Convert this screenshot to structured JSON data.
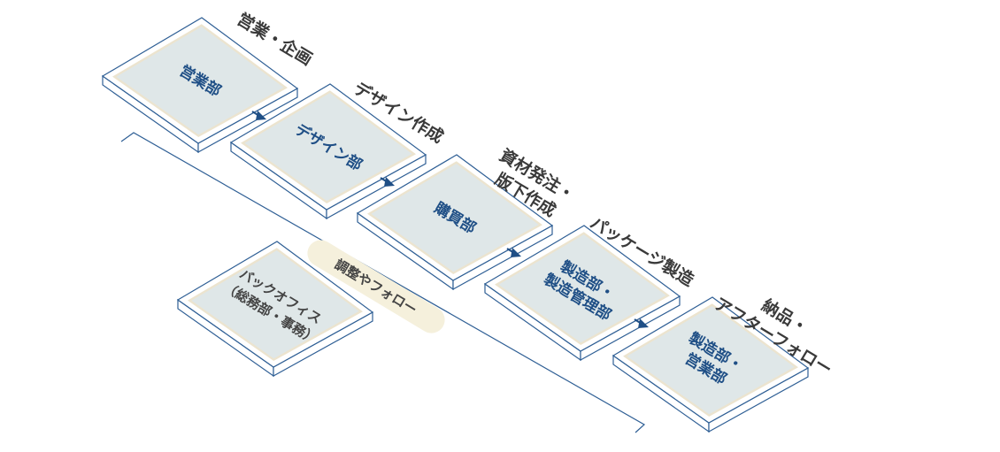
{
  "colors": {
    "box_stroke": "#2f5f95",
    "box_face": "#dfe7e8",
    "box_frame": "#ffffff",
    "box_inner_border": "#ece4cf",
    "arrow": "#1f4f86",
    "connector": "#2f5f95",
    "follow_badge": "#f5f0dc"
  },
  "departments": [
    {
      "id": "sales",
      "stage_label_lines": [
        "営業・企画"
      ],
      "dept_label_lines": [
        "営業部"
      ]
    },
    {
      "id": "design",
      "stage_label_lines": [
        "デザイン作成"
      ],
      "dept_label_lines": [
        "デザイン部"
      ]
    },
    {
      "id": "purchasing",
      "stage_label_lines": [
        "資材発注・",
        "版下作成"
      ],
      "dept_label_lines": [
        "購買部"
      ]
    },
    {
      "id": "manufacturing",
      "stage_label_lines": [
        "パッケージ製造"
      ],
      "dept_label_lines": [
        "製造部・",
        "製造管理部"
      ]
    },
    {
      "id": "delivery",
      "stage_label_lines": [
        "納品・",
        "アフターフォロー"
      ],
      "dept_label_lines": [
        "製造部・",
        "営業部"
      ]
    }
  ],
  "back_office": {
    "label_lines": [
      "バックオフィス",
      "（総務部・事務）"
    ]
  },
  "follow_badge": {
    "label": "調整やフォロー"
  }
}
